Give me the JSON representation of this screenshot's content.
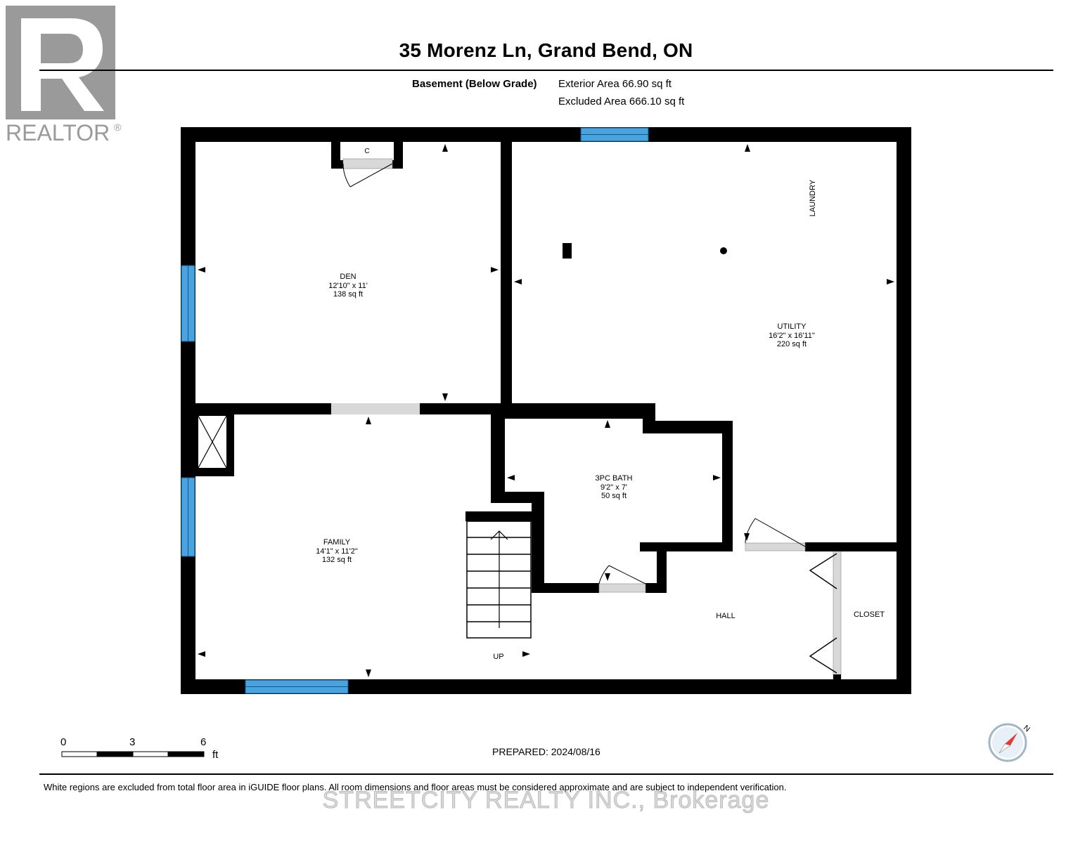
{
  "header": {
    "address": "35 Morenz Ln, Grand Bend, ON",
    "floor_label": "Basement (Below Grade)",
    "exterior_area": "Exterior Area 66.90 sq ft",
    "excluded_area": "Excluded Area 666.10 sq ft"
  },
  "logo": {
    "text": "REALTOR",
    "reg_mark": "®",
    "color": "#9a9a9a"
  },
  "rooms": {
    "den": {
      "name": "DEN",
      "dims": "12'10\" x 11'",
      "area": "138 sq ft"
    },
    "utility": {
      "name": "UTILITY",
      "dims": "16'2\" x 16'11\"",
      "area": "220 sq ft"
    },
    "bath": {
      "name": "3PC BATH",
      "dims": "9'2\" x 7'",
      "area": "50 sq ft"
    },
    "family": {
      "name": "FAMILY",
      "dims": "14'1\" x 11'2\"",
      "area": "132 sq ft"
    },
    "hall": {
      "name": "HALL"
    },
    "closet": {
      "name": "CLOSET"
    }
  },
  "labels": {
    "laundry": "LAUNDRY",
    "closet_c": "C",
    "stairs": "UP"
  },
  "scale": {
    "ticks": [
      "0",
      "3",
      "6"
    ],
    "unit": "ft"
  },
  "prepared": "PREPARED: 2024/08/16",
  "compass": {
    "letter": "N",
    "color": "#e53935"
  },
  "colors": {
    "wall": "#000000",
    "window": "#4aa3df",
    "door": "#d8d8d8"
  },
  "disclaimer": "White regions are excluded from total floor area in iGUIDE floor plans. All room dimensions and floor areas must be considered approximate and are subject to independent verification.",
  "watermark": "STREETCITY REALTY INC., Brokerage"
}
